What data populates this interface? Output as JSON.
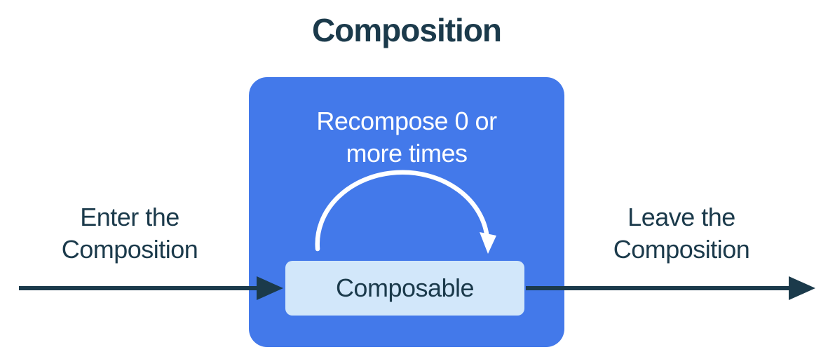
{
  "diagram": {
    "title": "Composition",
    "enter_label": "Enter the\nComposition",
    "leave_label": "Leave the\nComposition",
    "recompose_label": "Recompose 0 or\nmore times",
    "composable_label": "Composable"
  },
  "colors": {
    "composition_box_blue": "#4379EA",
    "composable_box_light_blue": "#D2E7FA",
    "text_navy": "#1B3A4B",
    "recompose_arc_white": "#FFFFFF",
    "background": "#FFFFFF"
  }
}
